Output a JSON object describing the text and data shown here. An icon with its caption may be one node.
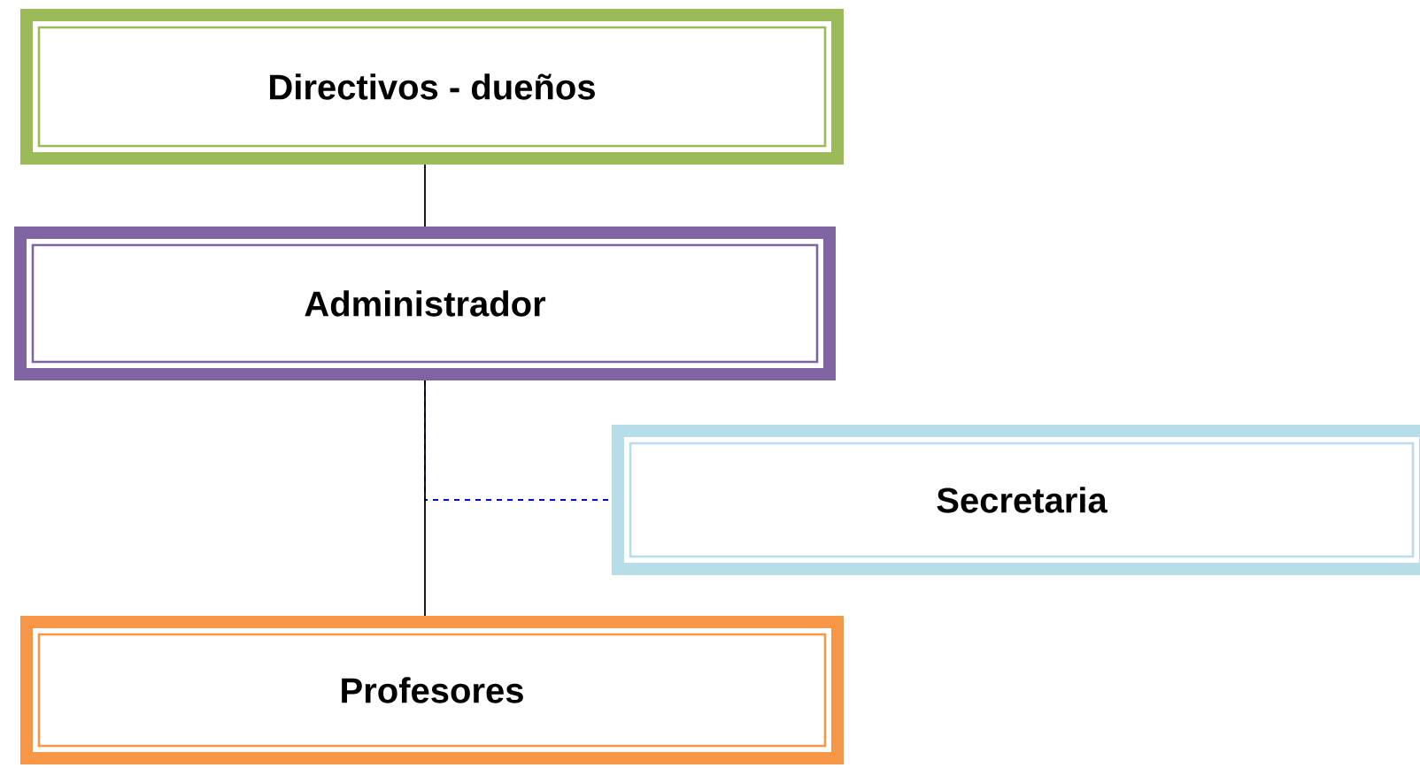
{
  "diagram": {
    "nodes": [
      {
        "text": [
          "Directivos - dueños"
        ]
      },
      {
        "text": [
          "Administrador"
        ]
      },
      {
        "text": [
          "Secretaria"
        ]
      },
      {
        "text": [
          "Profesores"
        ]
      }
    ],
    "edges": [
      {
        "from": 0,
        "to": 1,
        "arrow": "none"
      },
      {
        "from": 1,
        "to": 2,
        "arrow": "none",
        "style": "dashed",
        "color": "#0000ff"
      },
      {
        "from": 1,
        "to": 3,
        "arrow": "none"
      }
    ]
  }
}
